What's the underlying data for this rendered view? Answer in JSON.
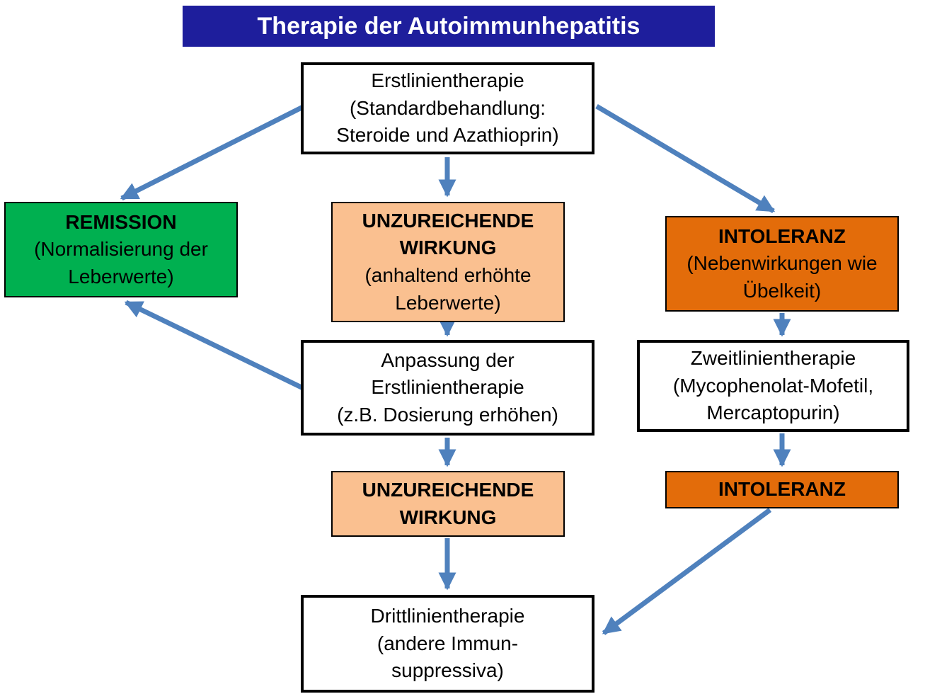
{
  "title": "Therapie der Autoimmunhepatitis",
  "colors": {
    "title_bg": "#1E1E9C",
    "title_text": "#FFFFFF",
    "green": "#00B050",
    "peach": "#FAC090",
    "orange": "#E36C0A",
    "arrow": "#4F81BD",
    "box_border": "#000000"
  },
  "nodes": {
    "erstlinientherapie": {
      "text": "Erstlinientherapie\n(Standardbehandlung:\nSteroide und Azathioprin)"
    },
    "remission": {
      "title": "REMISSION",
      "subtitle": "(Normalisierung der\nLeberwerte)"
    },
    "unzureichende_wirkung_1": {
      "title": "UNZUREICHENDE\nWIRKUNG",
      "subtitle": "(anhaltend erhöhte\nLeberwerte)"
    },
    "intoleranz_1": {
      "title": "INTOLERANZ",
      "subtitle": "(Nebenwirkungen wie\nÜbelkeit)"
    },
    "anpassung": {
      "text": "Anpassung der\nErstlinientherapie\n(z.B. Dosierung erhöhen)"
    },
    "zweitlinientherapie": {
      "text": "Zweitlinientherapie\n(Mycophenolat-Mofetil,\nMercaptopurin)"
    },
    "unzureichende_wirkung_2": {
      "title": "UNZUREICHENDE\nWIRKUNG"
    },
    "intoleranz_2": {
      "title": "INTOLERANZ"
    },
    "drittlinientherapie": {
      "text": "Drittlinientherapie\n(andere Immun-\nsuppressiva)"
    }
  }
}
